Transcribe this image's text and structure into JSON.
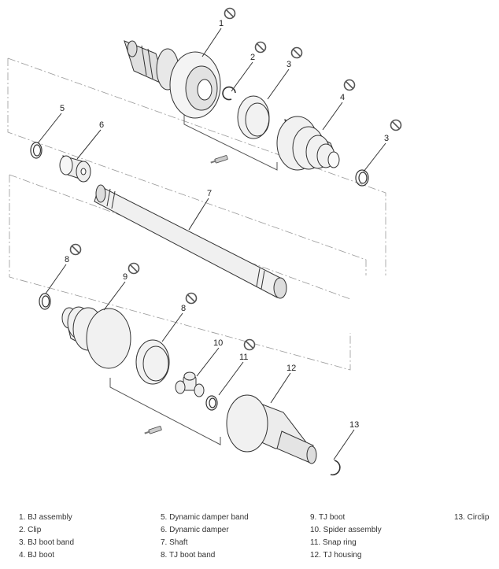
{
  "callouts": [
    "1",
    "2",
    "3",
    "3",
    "4",
    "5",
    "6",
    "7",
    "8",
    "8",
    "9",
    "10",
    "11",
    "12",
    "13"
  ],
  "legend": {
    "col1": [
      "1. BJ assembly",
      "2. Clip",
      "3. BJ boot band",
      "4. BJ boot"
    ],
    "col2": [
      "5. Dynamic damper band",
      "6. Dynamic damper",
      "7. Shaft",
      "8. TJ boot band"
    ],
    "col3": [
      "9. TJ boot",
      "10. Spider assembly",
      "11. Snap ring",
      "12. TJ housing"
    ],
    "col4": [
      "13. Circlip"
    ]
  },
  "icons": [
    "no-reuse-icon",
    "grease-tube-icon"
  ]
}
